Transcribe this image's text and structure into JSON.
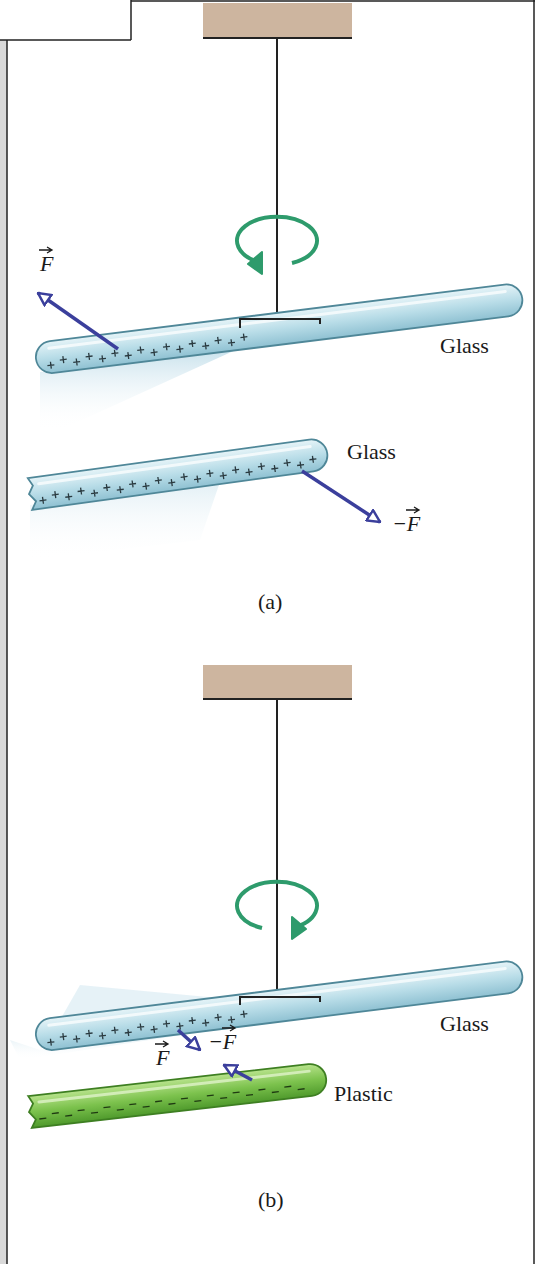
{
  "diagram": {
    "labels": [
      "F",
      "−F",
      "Glass",
      "Glass",
      "(a)",
      "Glass",
      "Plastic",
      "F",
      "−F",
      "(b)"
    ]
  }
}
